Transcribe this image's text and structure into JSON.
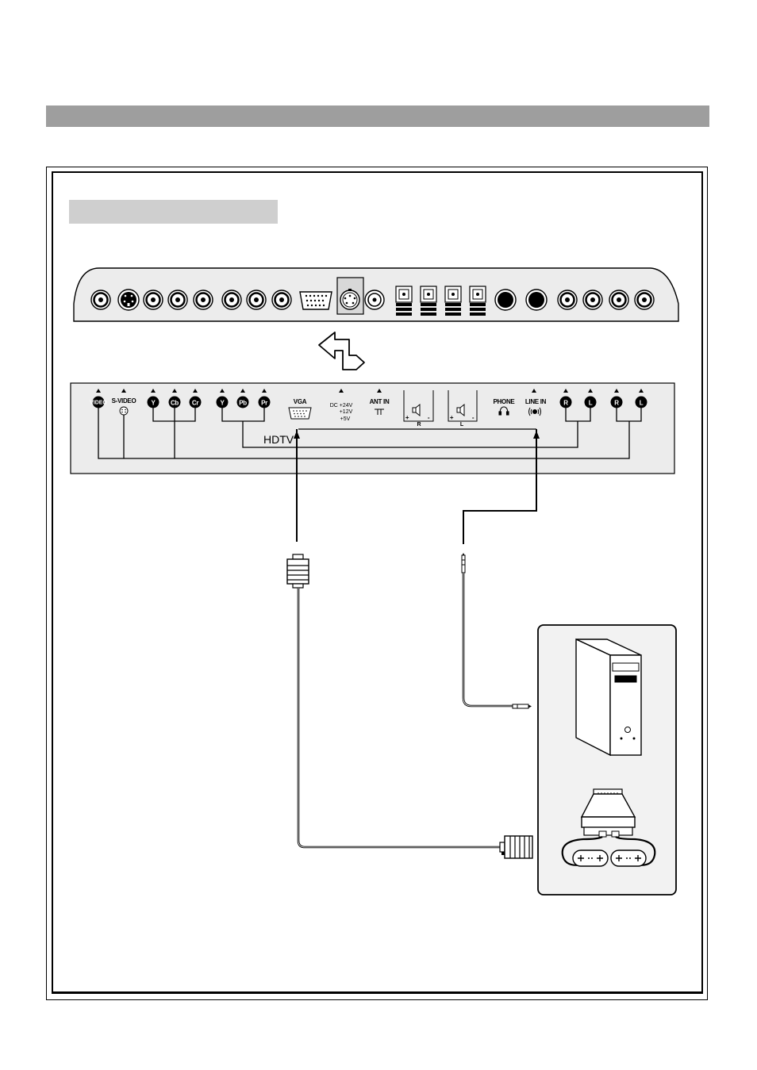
{
  "panel_labels": {
    "video": "VIDEO",
    "s_video": "S-VIDEO",
    "y1": "Y",
    "cb": "Cb",
    "cr": "Cr",
    "y2": "Y",
    "pb": "Pb",
    "pr": "Pr",
    "vga": "VGA",
    "dc": "DC +24V",
    "dc_12": "+12V",
    "dc_5": "+5V",
    "ant_in": "ANT IN",
    "spk_r": "R",
    "spk_l": "L",
    "plus": "+",
    "minus": "-",
    "phone": "PHONE",
    "line_in": "LINE IN",
    "r1": "R",
    "l1": "L",
    "r2": "R",
    "l2": "L"
  },
  "hdtv_label": "HDTV",
  "colors": {
    "header_bar": "#9e9e9e",
    "sub_bar": "#cfcfcf",
    "panel_fill": "#ececec",
    "device_fill": "#f2f2f2",
    "line": "#000000"
  },
  "icons": [
    "rca-jack",
    "s-video-jack",
    "vga-port",
    "din-port",
    "coax-port",
    "speaker-terminal",
    "headphone-jack",
    "pointing-arrow",
    "vga-plug",
    "audio-mini-plug",
    "pc-tower",
    "game-console",
    "gamepad"
  ]
}
